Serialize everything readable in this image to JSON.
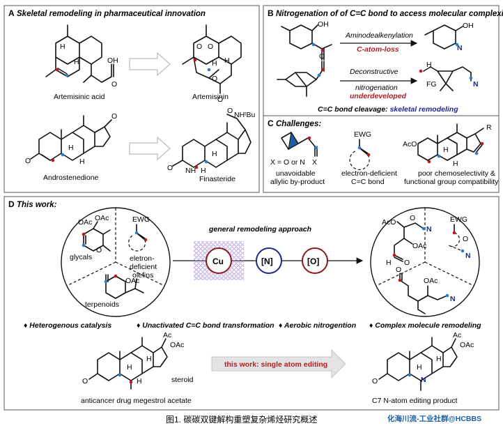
{
  "panel_a": {
    "letter": "A",
    "title": "Skeletal remodeling in pharmaceutical innovation",
    "artemisinic_acid": "Artemisinic acid",
    "artemisinin": "Artemisinin",
    "androstenedione": "Androstenedione",
    "finasteride": "Finasteride",
    "oh": "OH",
    "o": "O",
    "h": "H",
    "nhtbu": "NHᵗBu",
    "nh": "NH"
  },
  "panel_b": {
    "letter": "B",
    "title": "Nitrogenation of of C=C bond to access molecular complexity",
    "arrow1_top": "Aminodealkenylation",
    "arrow1_bottom": "C-atom-loss",
    "arrow2_top": "Deconstructive",
    "arrow2_mid": "nitrogenation",
    "arrow2_bottom": "underdeveloped",
    "oh": "OH",
    "n": "N",
    "fg": "FG",
    "footer_prefix": "C=C bond cleavage: ",
    "footer_highlight": "skeletal remodeling"
  },
  "panel_c": {
    "letter": "C",
    "title": "Challenges:",
    "x_note": "X = O or N",
    "x": "X",
    "ewg": "EWG",
    "aco": "AcO",
    "r": "R",
    "h": "H",
    "label1_line1": "unavoidable",
    "label1_line2": "allylic by-product",
    "label2_line1": "electron-deficient",
    "label2_line2": "C=C bond",
    "label3_line1": "poor chemoselectivity &",
    "label3_line2": "functional group compatibility"
  },
  "panel_d": {
    "letter": "D",
    "title": "This work:",
    "approach": "general remodeling approach",
    "cu": "Cu",
    "n_bracket": "[N]",
    "o_bracket": "[O]",
    "glycals": "glycals",
    "olefins_1": "eletron-",
    "olefins_2": "deficient",
    "olefins_3": "olefins",
    "terpenoids": "terpenoids",
    "oac": "OAc",
    "aco": "AcO",
    "ewg": "EWG",
    "o": "O",
    "n": "N",
    "h": "H",
    "ac": "Ac",
    "features": [
      "Heterogenous catalysis",
      "Unactivated C=C bond transformation",
      "Aerobic nitrogention",
      "Complex molecule remodeling"
    ],
    "single_atom": "this work: single atom editing",
    "steroid": "steroid",
    "megestrol": "anticancer drug megestrol acetate",
    "product": "C7 N-atom editing product"
  },
  "caption": "图1. 碳碳双键解构重塑复杂烯烃研究概述",
  "watermark": "化海川流-工业社群@HCBBS",
  "colors": {
    "red": "#b01e23",
    "darkred": "#8a1a1a",
    "blue": "#2a7fc9",
    "navy": "#1a2a8a",
    "lavender": "#c9b8e8",
    "arrow_gray": "#e3e3e3"
  }
}
